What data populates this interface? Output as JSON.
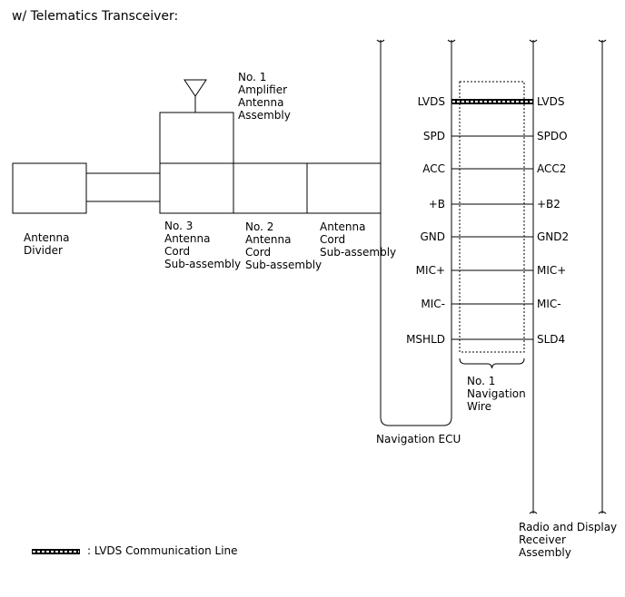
{
  "title": "w/ Telematics Transceiver:",
  "components": {
    "antenna_divider": [
      "Antenna",
      "Divider"
    ],
    "amplifier_antenna": [
      "No. 1",
      "Amplifier",
      "Antenna",
      "Assembly"
    ],
    "no3_cord": [
      "No. 3",
      "Antenna",
      "Cord",
      "Sub-assembly"
    ],
    "no2_cord": [
      "No. 2",
      "Antenna",
      "Cord",
      "Sub-assembly"
    ],
    "antenna_cord": [
      "Antenna",
      "Cord",
      "Sub-assembly"
    ],
    "navigation_ecu": "Navigation ECU",
    "navigation_wire": [
      "No. 1",
      "Navigation",
      "Wire"
    ],
    "radio_receiver": [
      "Radio and Display",
      "Receiver",
      "Assembly"
    ]
  },
  "connections": [
    {
      "left": "LVDS",
      "right": "LVDS",
      "lvds": true
    },
    {
      "left": "SPD",
      "right": "SPDO",
      "lvds": false
    },
    {
      "left": "ACC",
      "right": "ACC2",
      "lvds": false
    },
    {
      "left": "+B",
      "right": "+B2",
      "lvds": false
    },
    {
      "left": "GND",
      "right": "GND2",
      "lvds": false
    },
    {
      "left": "MIC+",
      "right": "MIC+",
      "lvds": false
    },
    {
      "left": "MIC-",
      "right": "MIC-",
      "lvds": false
    },
    {
      "left": "MSHLD",
      "right": "SLD4",
      "lvds": false
    }
  ],
  "legend": {
    "text": ": LVDS Communication Line"
  }
}
